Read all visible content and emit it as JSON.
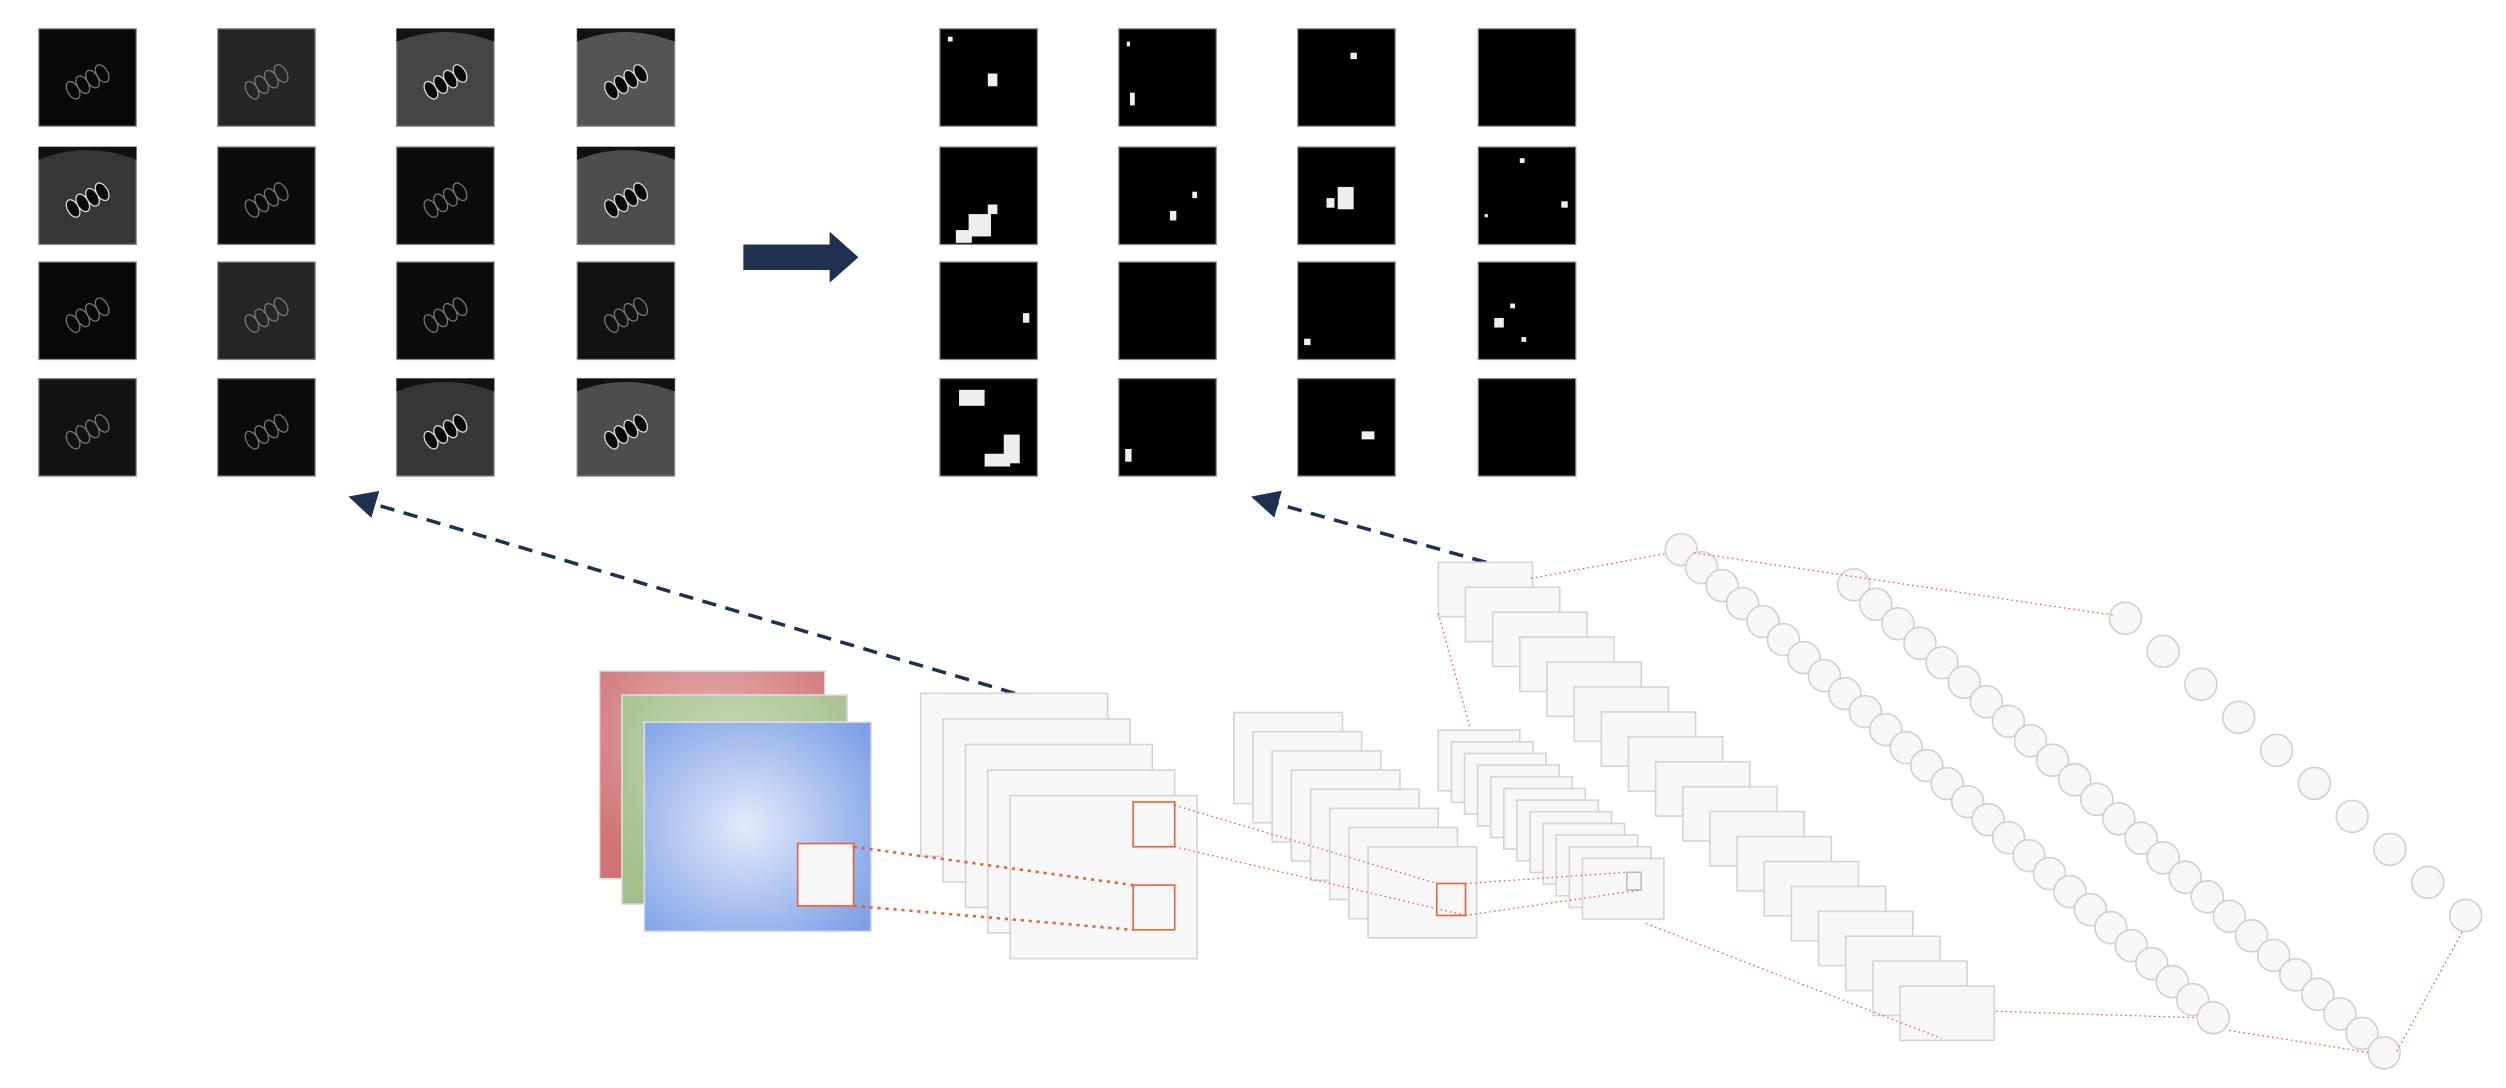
{
  "diagram": {
    "feature_maps_early": {
      "rows": 4,
      "cols": 4,
      "brightness": [
        [
          0.05,
          0.25,
          0.45,
          0.55
        ],
        [
          0.35,
          0.08,
          0.08,
          0.5
        ],
        [
          0.05,
          0.25,
          0.08,
          0.12
        ],
        [
          0.12,
          0.08,
          0.35,
          0.5
        ]
      ]
    },
    "feature_maps_late": {
      "rows": 4,
      "cols": 4
    },
    "input_channels": [
      "red",
      "green",
      "blue"
    ],
    "conv1_planes": 5,
    "conv2_planes": 8,
    "pool2_planes": 12,
    "conv3_planes": 18,
    "dense1_neurons": 27,
    "dense2_neurons": 25,
    "output_neurons": 10,
    "colors": {
      "arrow": "#1f3050",
      "connector": "#e8603c",
      "plane_fill": "#f7f7f7",
      "plane_stroke": "#d4d4d4",
      "red_channel": "#cf7474",
      "green_channel": "#a3bf8c",
      "blue_channel": "#7d9fe6"
    }
  }
}
